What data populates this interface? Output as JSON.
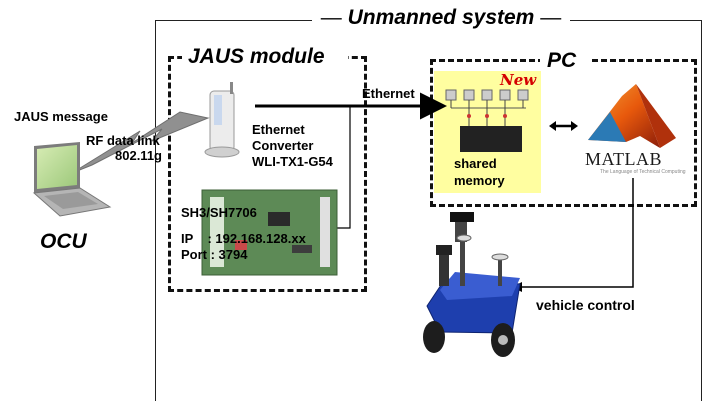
{
  "outer": {
    "title": "Unmanned system"
  },
  "jaus_module": {
    "title": "JAUS module",
    "converter": {
      "line1": "Ethernet",
      "line2": "Converter",
      "line3": "WLI-TX1-G54"
    },
    "board": {
      "model": "SH3/SH7706",
      "ip": "IP    : 192.168.128.xx",
      "port": "Port : 3794"
    }
  },
  "pc": {
    "title": "PC",
    "new_badge": "New",
    "shared_memory": {
      "line1": "shared",
      "line2": "memory"
    },
    "matlab_logo_text": "MATLAB",
    "matlab_tagline": "The Language of Technical Computing"
  },
  "links": {
    "ethernet": "Ethernet",
    "rf_line1": "RF data link",
    "rf_line2": "802.11g",
    "vehicle_control": "vehicle control"
  },
  "ocu": {
    "message": "JAUS message",
    "label": "OCU"
  },
  "colors": {
    "yellow_fill": "#fffea0",
    "new_red": "#d40000",
    "matlab_orange": "#e8590c",
    "robot_blue": "#1e3fae",
    "board_green": "#5d8a56"
  }
}
